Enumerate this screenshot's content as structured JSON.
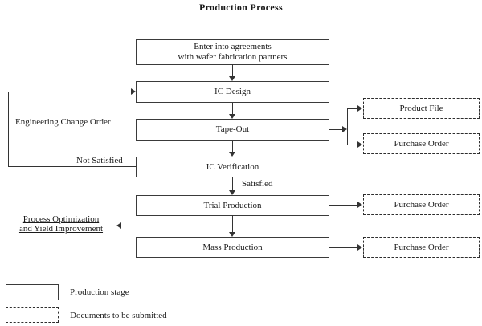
{
  "diagram": {
    "title": "Production Process",
    "stages": [
      {
        "lines": [
          "Enter into agreements",
          "with wafer fabrication partners"
        ]
      },
      {
        "label": "IC Design"
      },
      {
        "label": "Tape-Out"
      },
      {
        "label": "IC Verification"
      },
      {
        "label": "Trial Production"
      },
      {
        "label": "Mass Production"
      }
    ],
    "documents": [
      {
        "label": "Product File"
      },
      {
        "label": "Purchase Order"
      },
      {
        "label": "Purchase Order"
      },
      {
        "label": "Purchase Order"
      }
    ],
    "annotations": {
      "engineering_change_order": "Engineering Change Order",
      "not_satisfied": "Not Satisfied",
      "satisfied": "Satisfied",
      "process_optimization": [
        "Process Optimization",
        "and Yield Improvement"
      ]
    },
    "legend": [
      {
        "box_style": "solid",
        "label": "Production stage"
      },
      {
        "box_style": "dashed",
        "label": "Documents to be submitted"
      }
    ],
    "colors": {
      "background": "#ffffff",
      "line": "#333333",
      "text": "#1a1a1a"
    }
  }
}
